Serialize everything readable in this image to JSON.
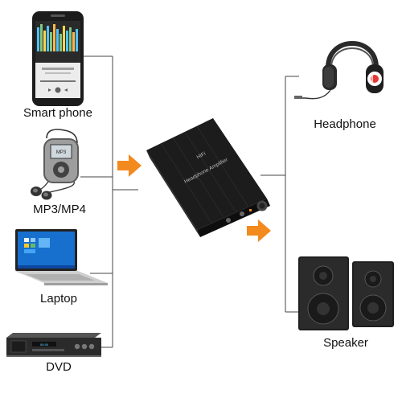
{
  "sources": [
    {
      "id": "smartphone",
      "label": "Smart phone",
      "icon": "smartphone-icon"
    },
    {
      "id": "mp3",
      "label": "MP3/MP4",
      "icon": "mp3-player-icon"
    },
    {
      "id": "laptop",
      "label": "Laptop",
      "icon": "laptop-icon"
    },
    {
      "id": "dvd",
      "label": "DVD",
      "icon": "dvd-player-icon"
    }
  ],
  "device": {
    "line1": "HiFi",
    "line2": "Headphone Amplifier",
    "icon": "headphone-amplifier-icon"
  },
  "outputs": [
    {
      "id": "headphone",
      "label": "Headphone",
      "icon": "headphone-icon"
    },
    {
      "id": "speaker",
      "label": "Speaker",
      "icon": "speaker-icon"
    }
  ],
  "colors": {
    "arrow": "#f28a1e",
    "line": "#444444",
    "device": "#1e1e1e",
    "amp_text": "#bdbdbd"
  }
}
